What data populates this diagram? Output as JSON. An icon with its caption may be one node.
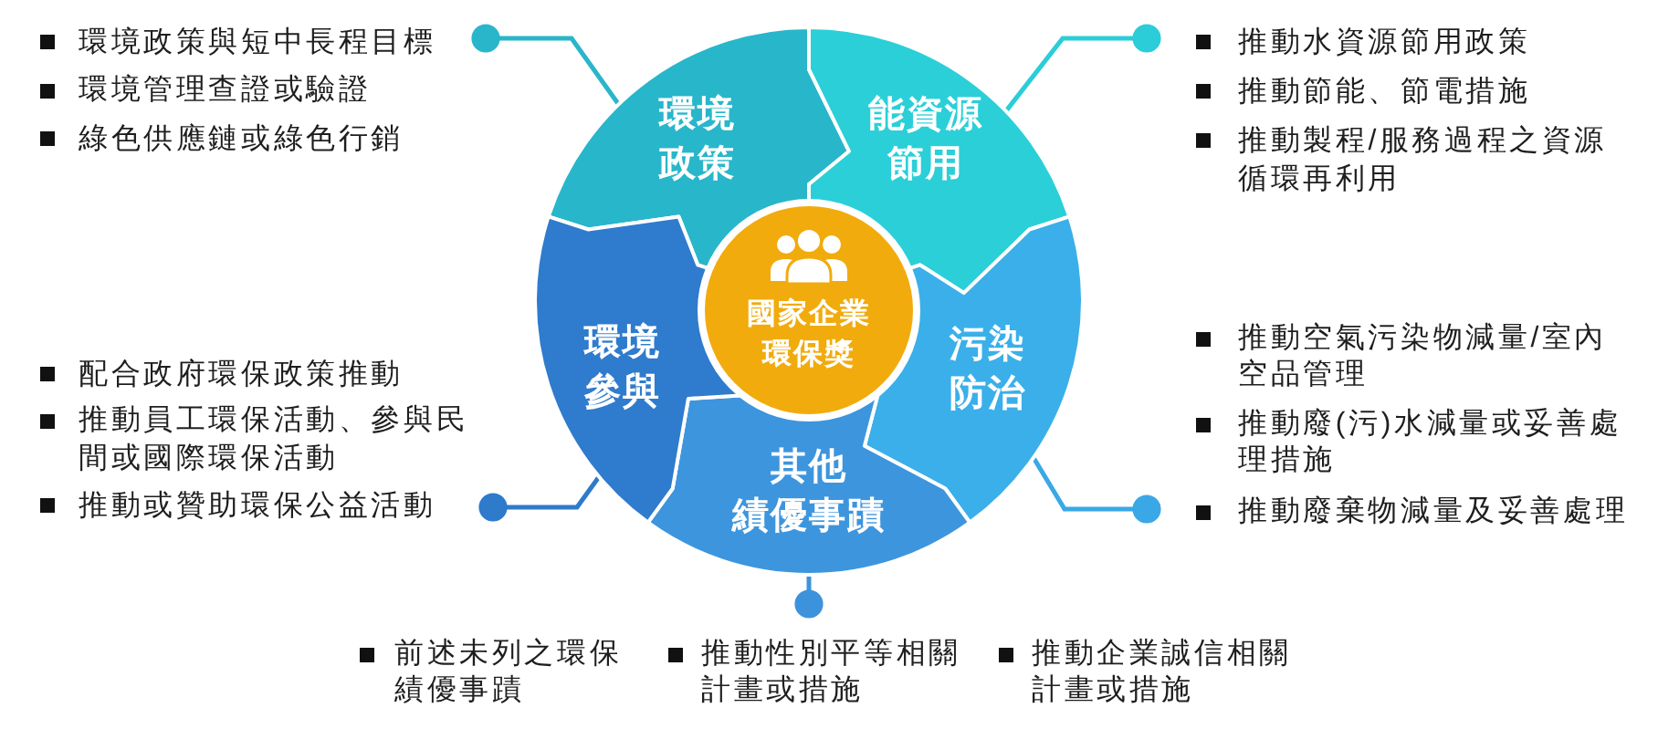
{
  "diagram": {
    "nodes": [
      {
        "text": [
          "環境政策"
        ]
      },
      {
        "text": [
          "能資源節用"
        ]
      },
      {
        "text": [
          "污染防治"
        ]
      },
      {
        "text": [
          "其他績優事蹟"
        ]
      },
      {
        "text": [
          "環境參與"
        ]
      },
      {
        "text": [
          "國家企業環保獎"
        ]
      },
      {
        "text": [
          "環境政策與短中長程目標",
          "環境管理查證或驗證",
          "綠色供應鏈或綠色行銷"
        ]
      },
      {
        "text": [
          "推動水資源節用政策",
          "推動節能、節電措施",
          "推動製程/服務過程之資源循環再利用"
        ]
      },
      {
        "text": [
          "推動空氣污染物減量/室內空品管理",
          "推動廢(污)水減量或妥善處理措施",
          "推動廢棄物減量及妥善處理"
        ]
      },
      {
        "text": [
          "前述未列之環保績優事蹟",
          "推動性別平等相關計畫或措施",
          "推動企業誠信相關計畫或措施"
        ]
      },
      {
        "text": [
          "配合政府環保政策推動",
          "推動員工環保活動、參與民間或國際環保活動",
          "推動或贊助環保公益活動"
        ]
      }
    ],
    "edges": [
      {
        "from": 0,
        "to": 6,
        "arrow": "other",
        "color": "#29b6cb"
      },
      {
        "from": 1,
        "to": 7,
        "arrow": "other",
        "color": "#2bcdd8"
      },
      {
        "from": 2,
        "to": 8,
        "arrow": "other",
        "color": "#3aa8e6"
      },
      {
        "from": 3,
        "to": 9,
        "arrow": "other",
        "color": "#3c93dc"
      },
      {
        "from": 4,
        "to": 10,
        "arrow": "other",
        "color": "#2e7acb"
      }
    ]
  }
}
